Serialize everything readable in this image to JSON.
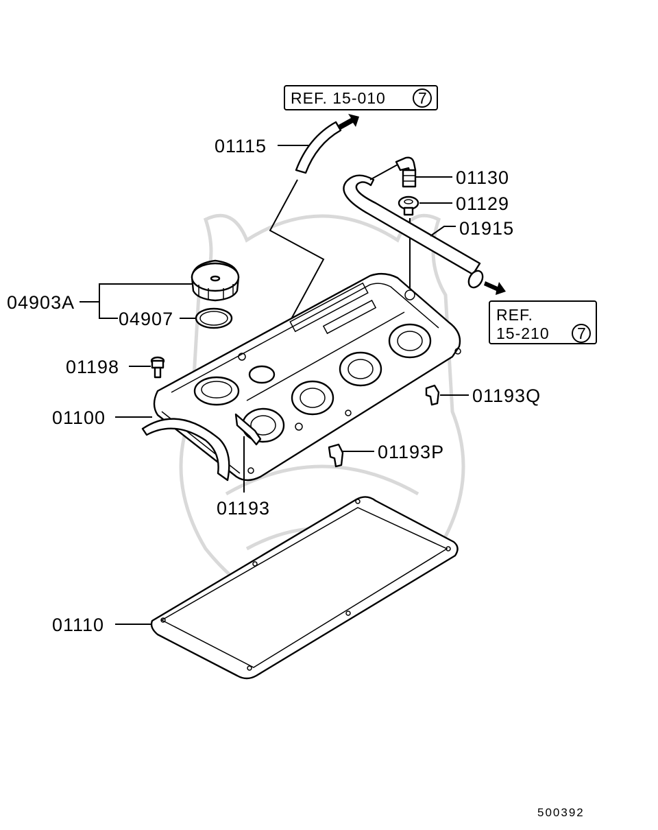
{
  "diagram": {
    "diagram_number": "500392",
    "references": [
      {
        "id": "ref1",
        "line1": "REF. 15-010",
        "circled": "7"
      },
      {
        "id": "ref2",
        "line1": "REF.",
        "line2": "15-210",
        "circled": "7"
      }
    ],
    "labels": {
      "p01115": "01115",
      "p01130": "01130",
      "p01129": "01129",
      "p01915": "01915",
      "p04903A": "04903A",
      "p04907": "04907",
      "p01198": "01198",
      "p01193Q": "01193Q",
      "p01100": "01100",
      "p01193P": "01193P",
      "p01193": "01193",
      "p01110": "01110"
    },
    "colors": {
      "line": "#000000",
      "background": "#ffffff",
      "watermark": "#d9d9d9"
    }
  }
}
